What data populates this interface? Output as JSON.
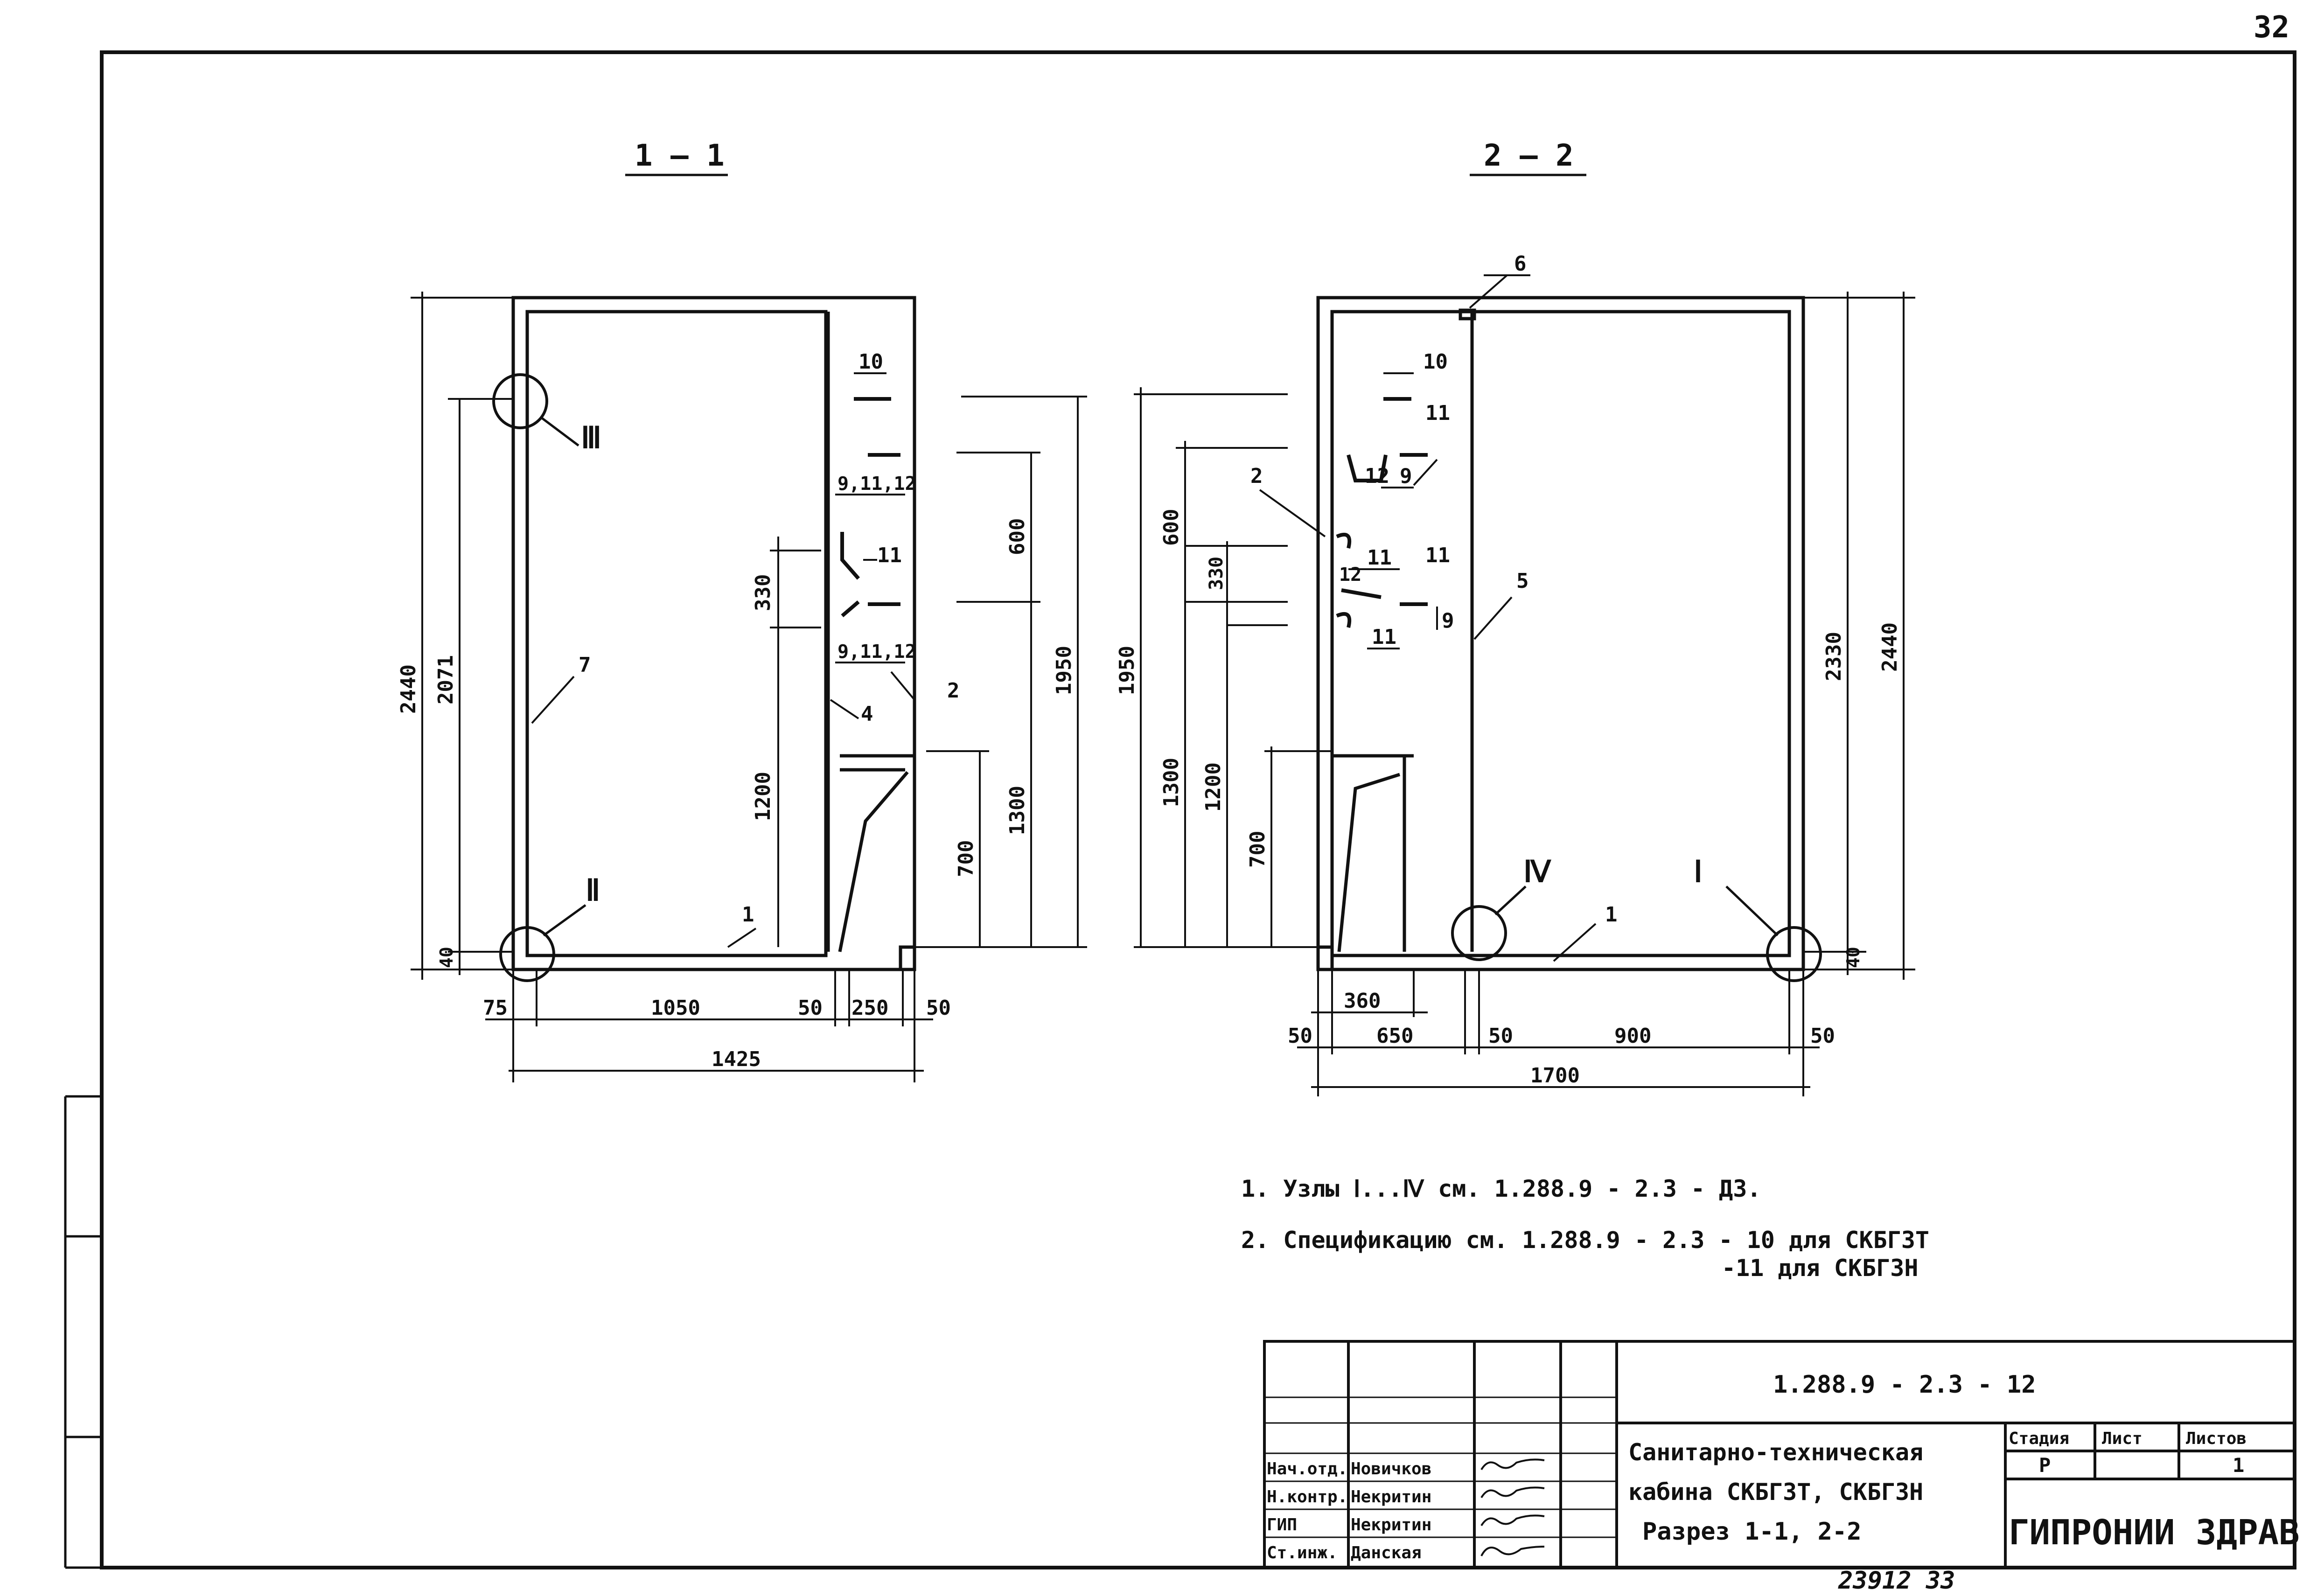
{
  "sheet_number": "32",
  "sections": [
    {
      "title": "1 — 1",
      "overall_height": "2440",
      "height_2071": "2071",
      "slab_40": "40",
      "dims_right_column": [
        "600",
        "1950",
        "1300",
        "700"
      ],
      "dims_inner": [
        "330",
        "1200"
      ],
      "dims_bottom": [
        "75",
        "1050",
        "50",
        "250",
        "50"
      ],
      "overall_width": "1425",
      "node_III": "Ⅲ",
      "node_II": "Ⅱ",
      "callouts": {
        "c10": "10",
        "c9_11_12_top": "9,11,12",
        "c11": "11",
        "c9_11_12_bottom": "9,11,12",
        "c2": "2",
        "c4": "4",
        "c7": "7",
        "c1": "1"
      }
    },
    {
      "title": "2 — 2",
      "dims_left": [
        "1950",
        "600",
        "330",
        "1300",
        "1200",
        "700"
      ],
      "dims_right": [
        "2330",
        "2440",
        "40"
      ],
      "dims_bottom_row1": [
        "360"
      ],
      "dims_bottom_row2": [
        "50",
        "650",
        "50",
        "900",
        "50"
      ],
      "overall_width": "1700",
      "node_IV": "Ⅳ",
      "node_I": "Ⅰ",
      "callouts": {
        "c6": "6",
        "c10": "10",
        "c11_a": "11",
        "c12_a": "12",
        "c9_a": "9",
        "c2": "2",
        "c11_b": "11",
        "c12_b": "12",
        "c11_c": "11",
        "c11_d": "11",
        "c9_b": "9",
        "c5": "5",
        "c1": "1"
      }
    }
  ],
  "notes": [
    "1.  Узлы  Ⅰ...Ⅳ  см.  1.288.9 - 2.3 - Д3.",
    "2.  Спецификацию  см.  1.288.9 - 2.3 - 10   для   СКБГЗТ",
    "-11   для   СКБГЗН"
  ],
  "title_block": {
    "code": "1.288.9 - 2.3 - 12",
    "name_line1": "Санитарно-техническая",
    "name_line2": "кабина СКБГЗТ, СКБГЗН",
    "name_line3": "Разрез 1-1, 2-2",
    "stage_header": "Стадия",
    "sheet_header": "Лист",
    "sheets_header": "Листов",
    "stage_value": "Р",
    "sheet_value": "",
    "sheets_value": "1",
    "organization": "ГИПРОНИИ ЗДРАВ",
    "roles": [
      "Нач.отд.",
      "Н.контр.",
      "ГИП",
      "Ст.инж."
    ],
    "names": [
      "Новичков",
      "Некритин",
      "Некритин",
      "Данская"
    ]
  },
  "stamp_bottom": "23912   33"
}
